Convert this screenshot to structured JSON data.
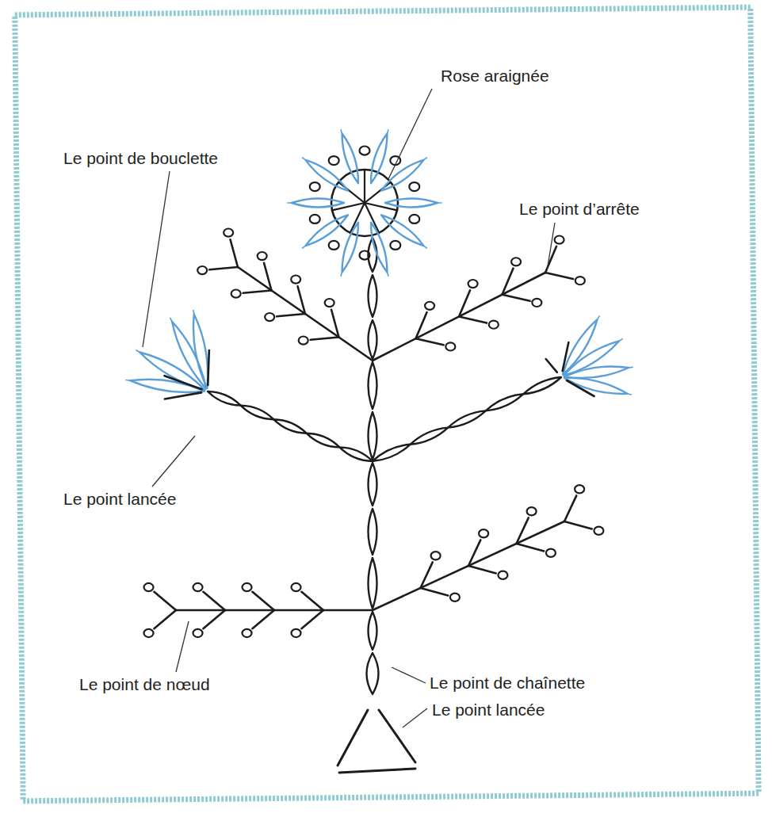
{
  "diagram": {
    "labels": [
      "Rose araignée",
      "Le point de bouclette",
      "Le point d’arrête",
      "Le point lancée",
      "Le point de nœud",
      "Le point de chaînette",
      "Le point lancée"
    ]
  }
}
